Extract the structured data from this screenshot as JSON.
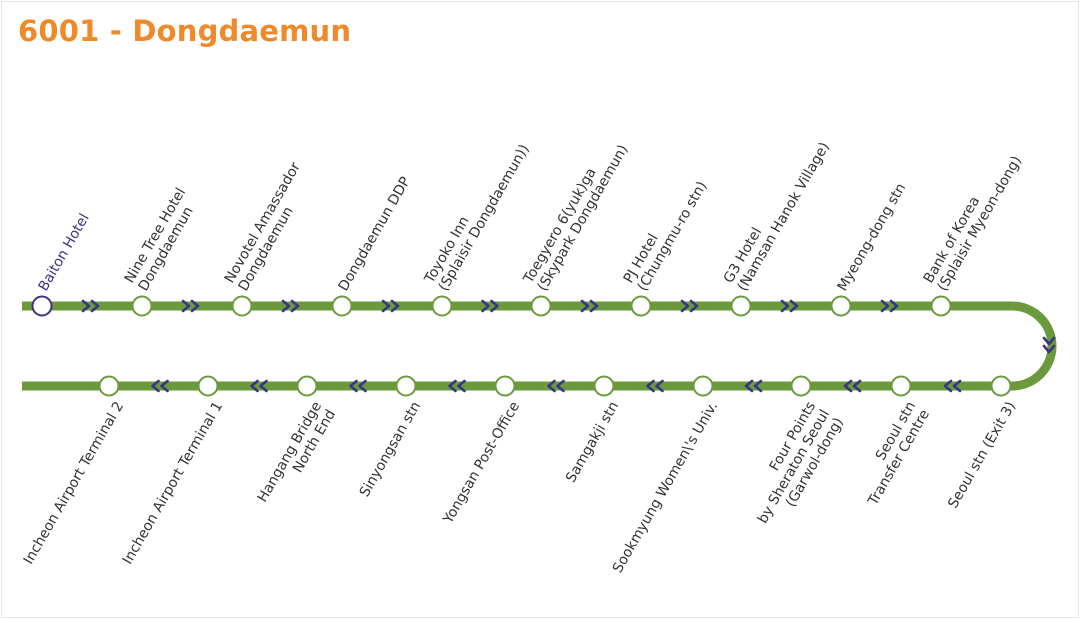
{
  "title": "6001 - Dongdaemun",
  "colors": {
    "title": "#ee8a2a",
    "line": "#6a9a3c",
    "arrow": "#3a3486",
    "label": "#333333",
    "first_stop": "#3a3486"
  },
  "line_data": {
    "direction_icon_outbound": "double-chevron-right-icon",
    "direction_icon_inbound": "double-chevron-left-icon",
    "outbound_stops": [
      {
        "lines": [
          "Baiton Hotel"
        ],
        "terminus": true
      },
      {
        "lines": [
          "Nine Tree Hotel",
          "Dongdaemun"
        ]
      },
      {
        "lines": [
          "Novotel Amassador",
          "Dongdaemun"
        ]
      },
      {
        "lines": [
          "Dongdaemun DDP"
        ]
      },
      {
        "lines": [
          "Toyoko Inn",
          "(Splaisir Dongdaemun))"
        ]
      },
      {
        "lines": [
          "Toegyero 6(yuk)ga",
          "(Skypark Dongdaemun)"
        ]
      },
      {
        "lines": [
          "PJ Hotel",
          "(Chungmu-ro stn)"
        ]
      },
      {
        "lines": [
          "G3 Hotel",
          "(Namsan Hanok Village)"
        ]
      },
      {
        "lines": [
          "Myeong-dong stn"
        ]
      },
      {
        "lines": [
          "Bank of Korea",
          "(Splaisir Myeon-dong)"
        ]
      }
    ],
    "inbound_stops": [
      {
        "lines": [
          "Seoul stn (Exit 3)"
        ]
      },
      {
        "lines": [
          "Seoul stn",
          "Transfer Centre"
        ]
      },
      {
        "lines": [
          "Four Points",
          "by Sheraton Seoul",
          "(Garwol-dong)"
        ]
      },
      {
        "lines": [
          "Sookmyung Women\\'s Univ."
        ]
      },
      {
        "lines": [
          "Samgakji stn"
        ]
      },
      {
        "lines": [
          "Yongsan Post-Office"
        ]
      },
      {
        "lines": [
          "Sinyongsan stn"
        ]
      },
      {
        "lines": [
          "Hangang Bridge",
          "North End"
        ]
      },
      {
        "lines": [
          "Incheon Airport Terminal 1"
        ]
      },
      {
        "lines": [
          "Incheon Airport Terminal 2"
        ]
      }
    ]
  }
}
